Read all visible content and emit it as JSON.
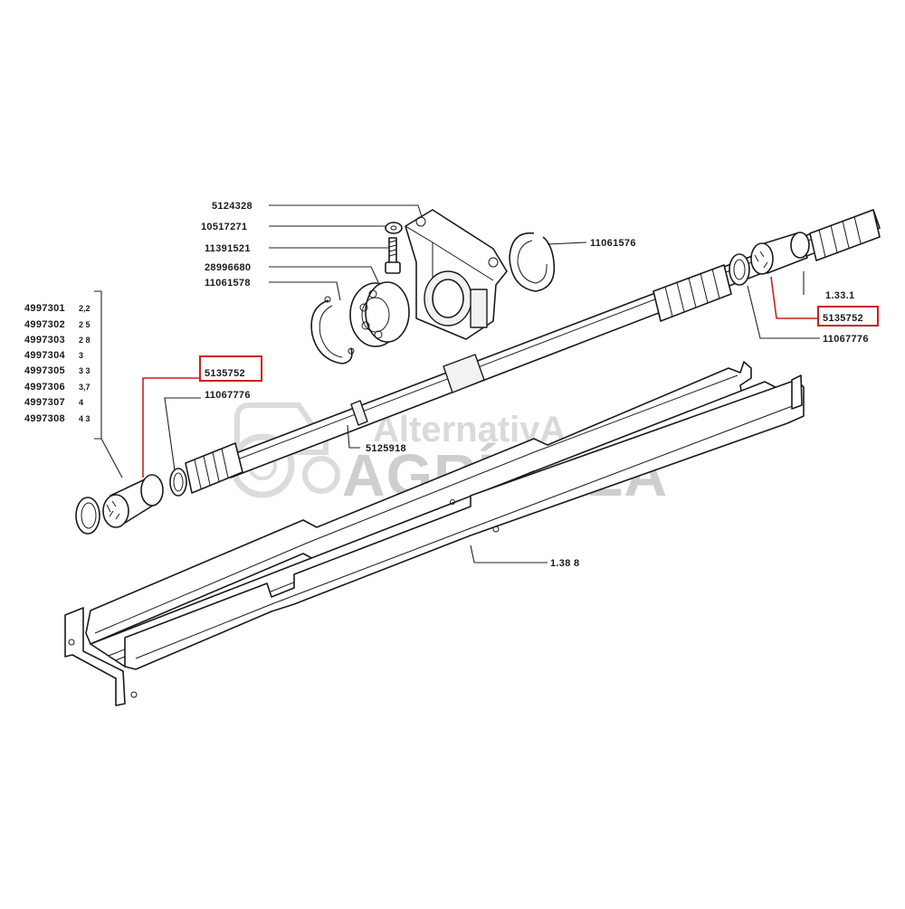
{
  "watermark": {
    "line1": "AlternativA",
    "line2": "AGRÍCOLA"
  },
  "group_list": [
    {
      "part": "4997301",
      "qty": "2,2"
    },
    {
      "part": "4997302",
      "qty": "2 5"
    },
    {
      "part": "4997303",
      "qty": "2 8"
    },
    {
      "part": "4997304",
      "qty": "3"
    },
    {
      "part": "4997305",
      "qty": "3 3"
    },
    {
      "part": "4997306",
      "qty": "3,7"
    },
    {
      "part": "4997307",
      "qty": "4"
    },
    {
      "part": "4997308",
      "qty": "4 3"
    }
  ],
  "callouts": {
    "bracket": "5124328",
    "nut": "10517271",
    "bolt": "11391521",
    "bearing": "28996680",
    "circlip_left_bearing": "11061578",
    "circlip_right_bracket": "11061576",
    "coupling_left": "5135752",
    "snap_ring_left": "11067776",
    "shaft": "5125918",
    "ref_right_top": "1.33.1",
    "coupling_right": "5135752",
    "snap_ring_right": "11067776",
    "ref_guard": "1.38 8"
  },
  "highlight_color": "#cc1f1f"
}
